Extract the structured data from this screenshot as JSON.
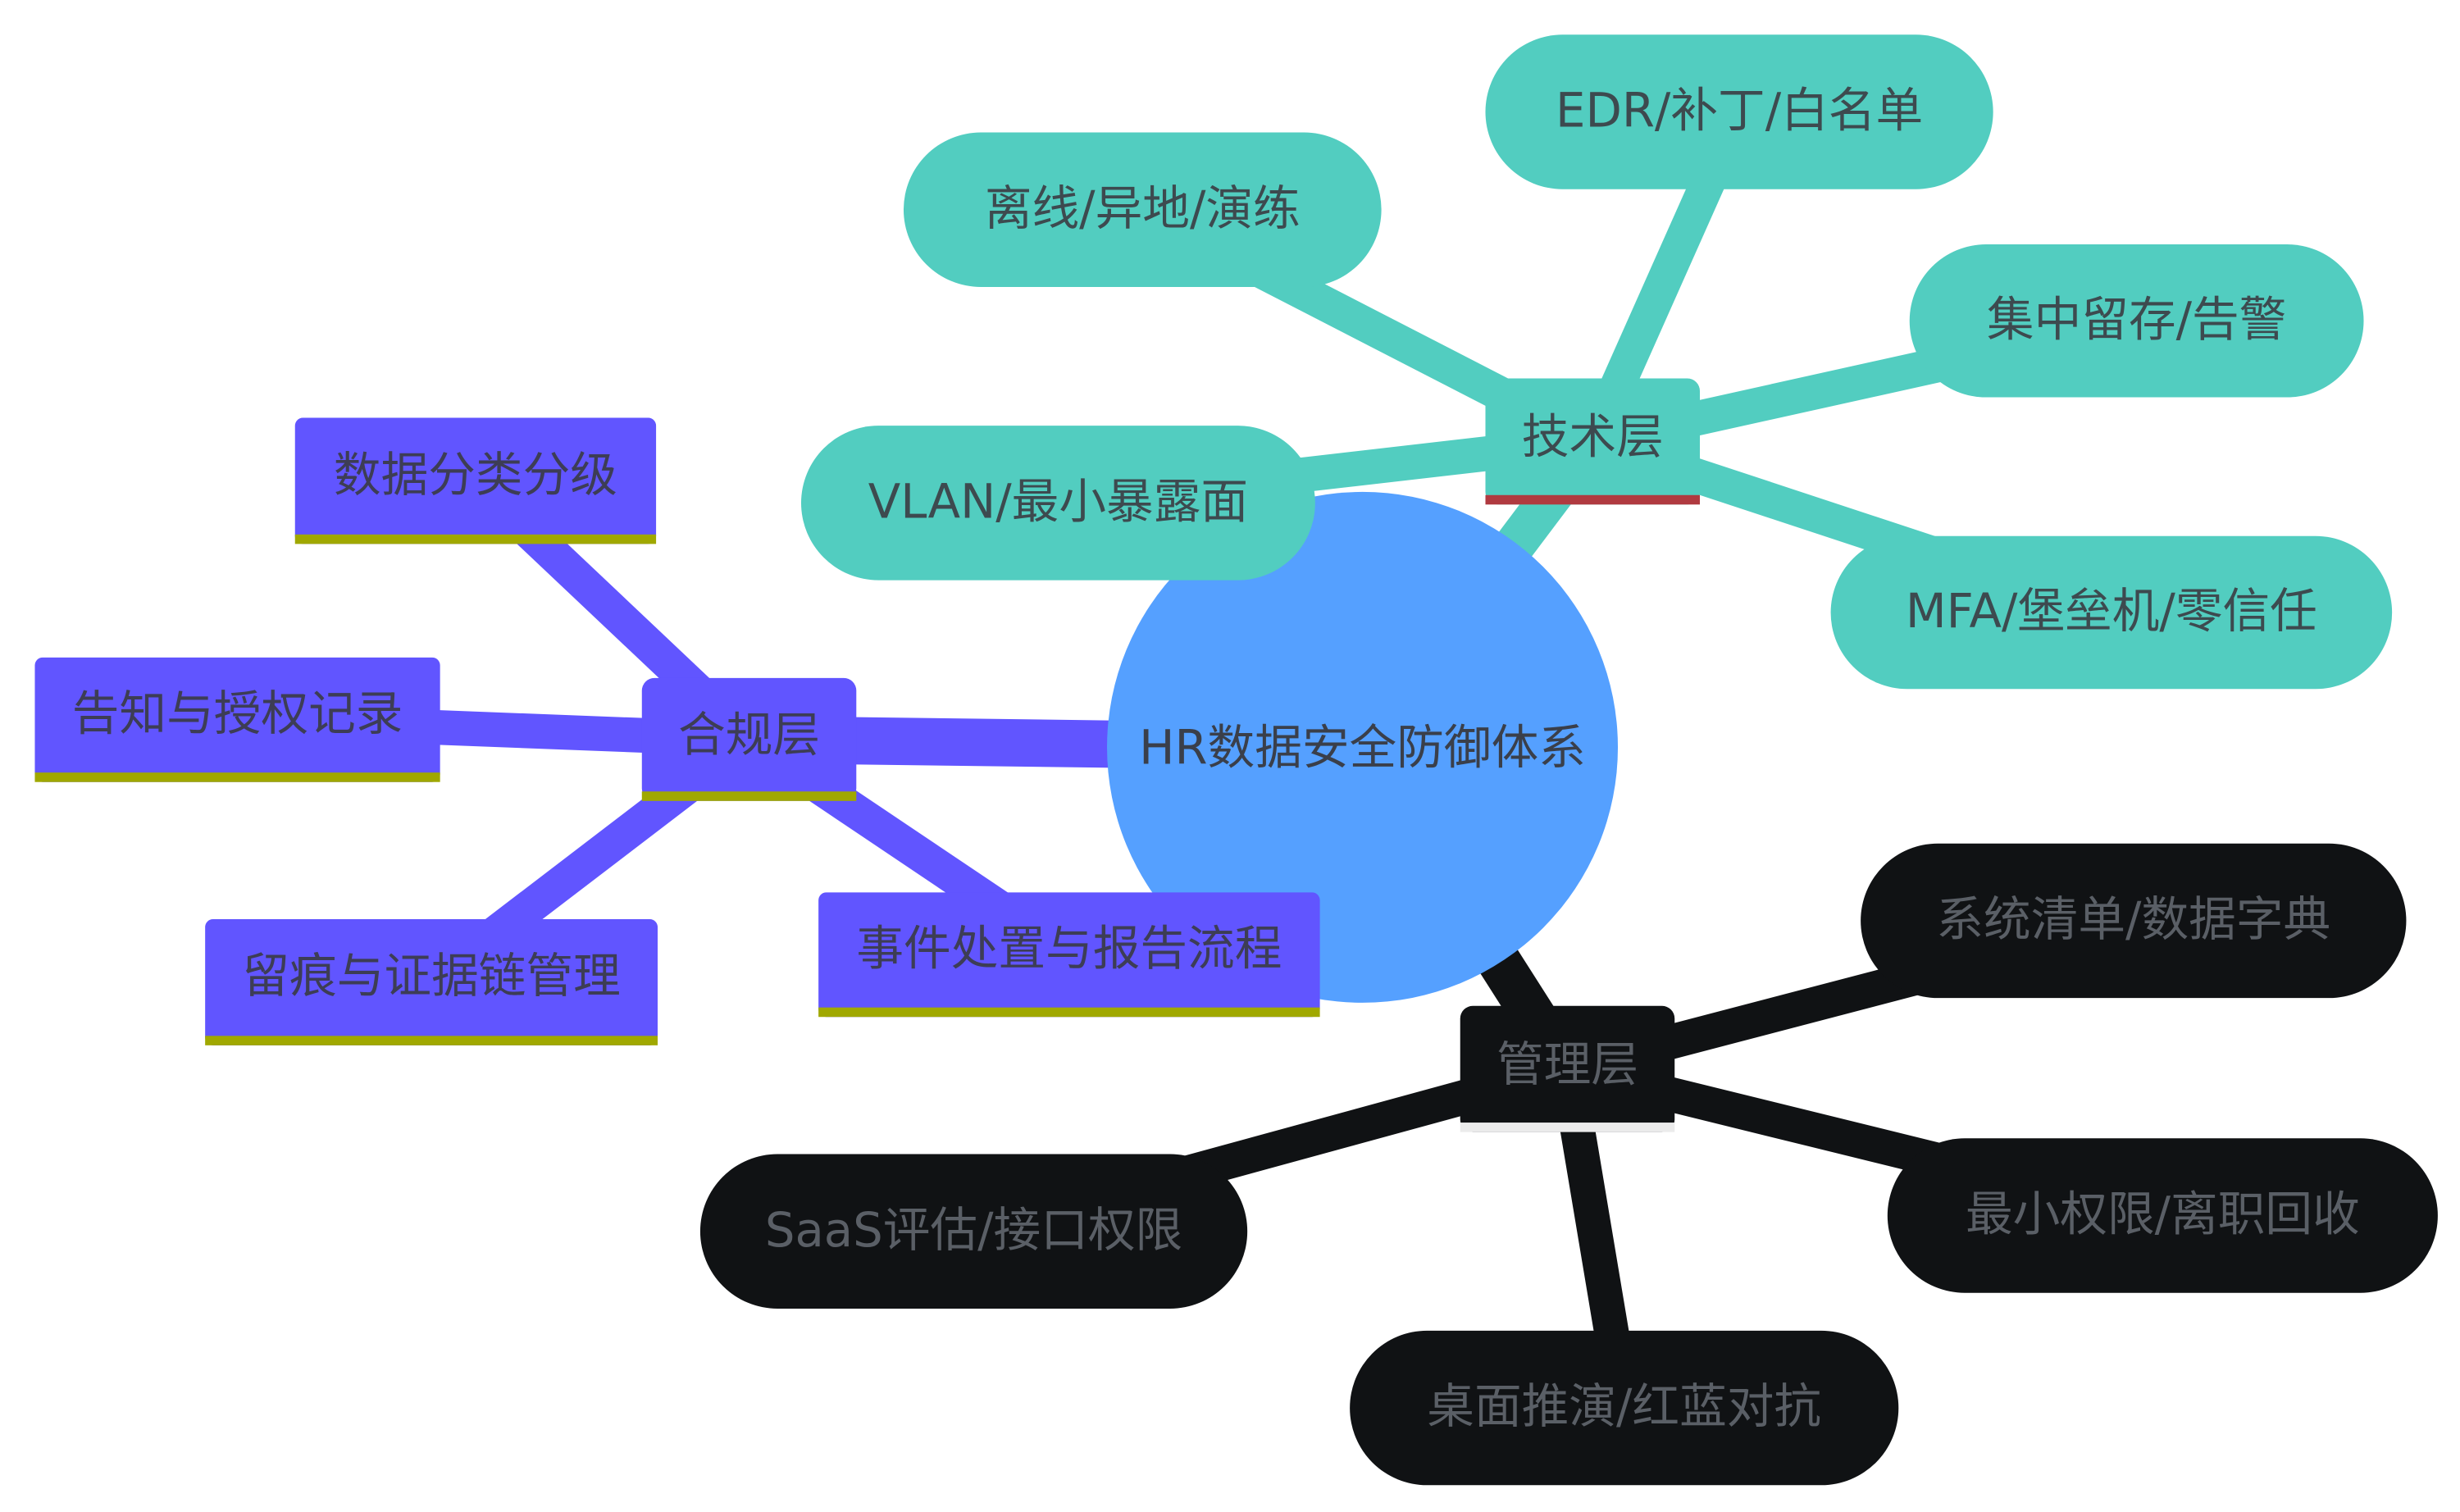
{
  "root": {
    "label": "HR数据安全防御体系",
    "color": "#55a0ff"
  },
  "branches": [
    {
      "id": "tech",
      "label": "技术层",
      "color": "#52cdc0",
      "underline": "#b03a40",
      "text_color": "#3d4a4f",
      "children": [
        "EDR/补丁/白名单",
        "离线/异地/演练",
        "集中留存/告警",
        "VLAN/最小暴露面",
        "MFA/堡垒机/零信任"
      ]
    },
    {
      "id": "compliance",
      "label": "合规层",
      "color": "#6155ff",
      "underline": "#a0a800",
      "text_color": "#3d3d55",
      "children": [
        "数据分类分级",
        "告知与授权记录",
        "留痕与证据链管理",
        "事件处置与报告流程"
      ]
    },
    {
      "id": "management",
      "label": "管理层",
      "color": "#101214",
      "underline": "#ebebeb",
      "text_color": "#5a5f66",
      "children": [
        "系统清单/数据字典",
        "最小权限/离职回收",
        "桌面推演/红蓝对抗",
        "SaaS评估/接口权限"
      ]
    }
  ]
}
